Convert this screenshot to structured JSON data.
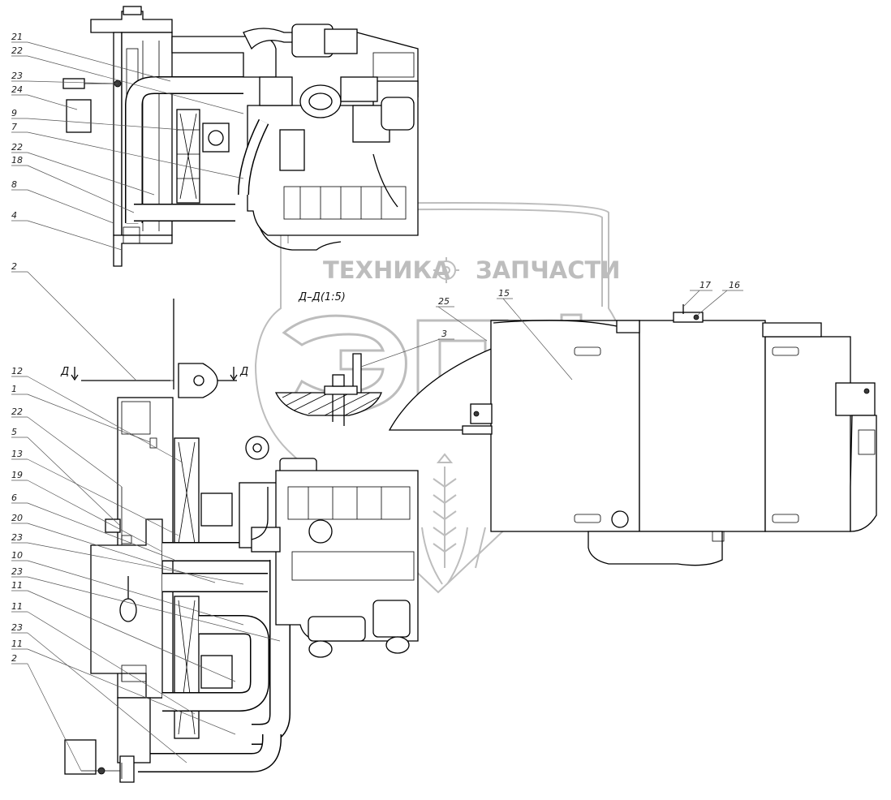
{
  "section_title": "Д–Д(1:5)",
  "section_marker": "Д",
  "watermark": {
    "left_word": "ТЕХНИКА",
    "right_word": "ЗАПЧАСТИ",
    "logo_letters": "ЭПФ",
    "color": "#bdbdbd"
  },
  "callouts": {
    "top_view": [
      "21",
      "22",
      "23",
      "24",
      "9",
      "7",
      "22",
      "18",
      "8",
      "4"
    ],
    "side_view": [
      "2",
      "12",
      "1",
      "22",
      "5",
      "13",
      "19",
      "6",
      "20",
      "23",
      "10",
      "23",
      "11",
      "11",
      "23",
      "11",
      "2"
    ],
    "section": [
      "25",
      "3"
    ],
    "tank": [
      "15",
      "17",
      "16"
    ]
  }
}
